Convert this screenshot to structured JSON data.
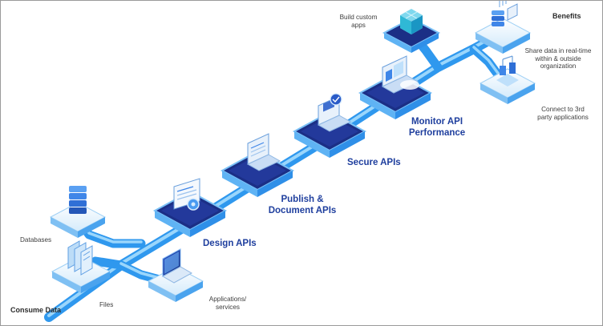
{
  "colors": {
    "pipe": "#3aa6f2",
    "pipe_light": "#7fc6f8",
    "platform_dark": "#1a2f8a",
    "platform_top": "#ecf6fd",
    "platform_side": "#2f8fe8",
    "heading_text": "#1f3f9e"
  },
  "sections": {
    "consume": "Consume Data",
    "benefits": "Benefits"
  },
  "sources": [
    {
      "name": "databases",
      "label": "Databases",
      "icon": "database-stack-icon"
    },
    {
      "name": "files",
      "label": "Files",
      "icon": "file-stack-icon"
    },
    {
      "name": "applications",
      "label": "Applications/\nservices",
      "icon": "laptop-icon"
    }
  ],
  "steps": [
    {
      "name": "design",
      "label": "Design APIs",
      "icon": "api-document-gear-icon"
    },
    {
      "name": "publish",
      "label": "Publish &\nDocument APIs",
      "icon": "laptop-document-icon"
    },
    {
      "name": "secure",
      "label": "Secure APIs",
      "icon": "laptop-api-shield-icon"
    },
    {
      "name": "monitor",
      "label": "Monitor API\nPerformance",
      "icon": "laptop-dashboard-icon"
    }
  ],
  "outcomes": [
    {
      "name": "build",
      "label": "Build custom\napps",
      "icon": "cube-blocks-icon"
    },
    {
      "name": "share",
      "label": "Share data in real-time\nwithin & outside\norganization",
      "icon": "data-share-icon"
    },
    {
      "name": "connect",
      "label": "Connect to 3rd\nparty applications",
      "icon": "connected-apps-icon"
    }
  ]
}
